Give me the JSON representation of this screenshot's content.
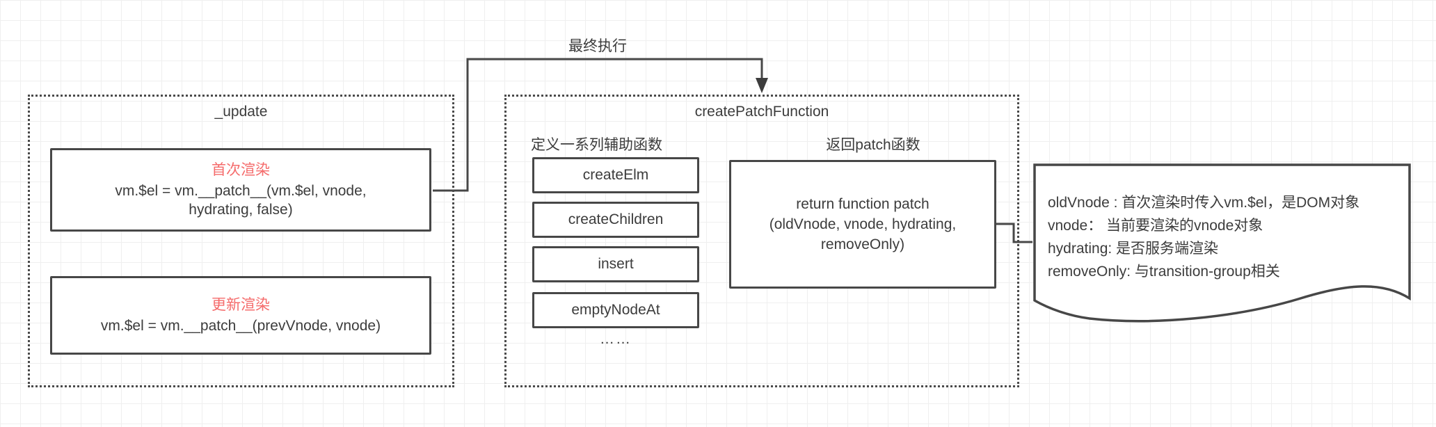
{
  "colors": {
    "line": "#474747",
    "text": "#3c3c3c",
    "red_accent": "#f56b6b",
    "grid": "#efefef"
  },
  "arrow_label": "最终执行",
  "update_container": {
    "title": "_update",
    "first_render": {
      "title": "首次渲染",
      "code_line1": "vm.$el = vm.__patch__(vm.$el, vnode,",
      "code_line2": "hydrating, false)"
    },
    "update_render": {
      "title": "更新渲染",
      "code": "vm.$el = vm.__patch__(prevVnode, vnode)"
    }
  },
  "patch_container": {
    "title": "createPatchFunction",
    "helpers_heading": "定义一系列辅助函数",
    "helpers": [
      "createElm",
      "createChildren",
      "insert",
      "emptyNodeAt"
    ],
    "ellipsis": "……",
    "return_heading": "返回patch函数",
    "return_box": {
      "line1": "return function patch",
      "line2": "(oldVnode, vnode, hydrating,",
      "line3": "removeOnly)"
    }
  },
  "note": {
    "lines": [
      "oldVnode : 首次渲染时传入vm.$el，是DOM对象",
      "vnode： 当前要渲染的vnode对象",
      "hydrating: 是否服务端渲染",
      "removeOnly: 与transition-group相关"
    ]
  }
}
